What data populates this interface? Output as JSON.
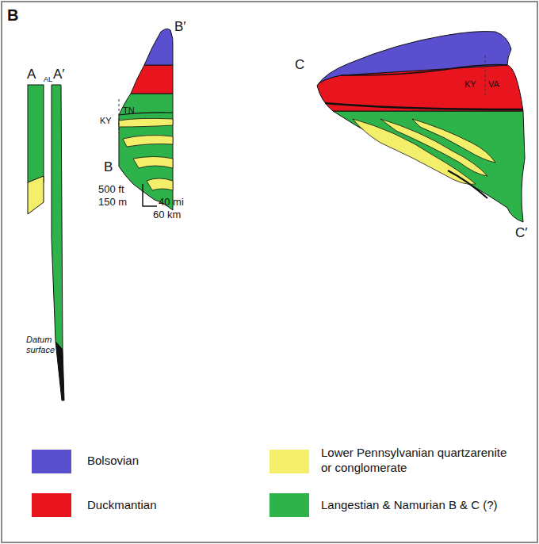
{
  "diagram": {
    "labels": [
      "B",
      "A",
      "AL",
      "A′",
      "KY",
      "TN",
      "B′",
      "B",
      "500 ft",
      "150 m",
      "40 mi",
      "60 km",
      "C",
      "KY",
      "VA",
      "C′",
      "Datum surface"
    ],
    "legend": [
      {
        "text": "Bolsovian",
        "color": "#5a4fcf"
      },
      {
        "text": "Duckmantian",
        "color": "#e8141e"
      },
      {
        "text": "Lower Pennsylvanian quartzarenite or conglomerate",
        "color": "#f4ef6a"
      },
      {
        "text": "Langestian & Namurian B & C (?)",
        "color": "#2db34a"
      }
    ]
  }
}
